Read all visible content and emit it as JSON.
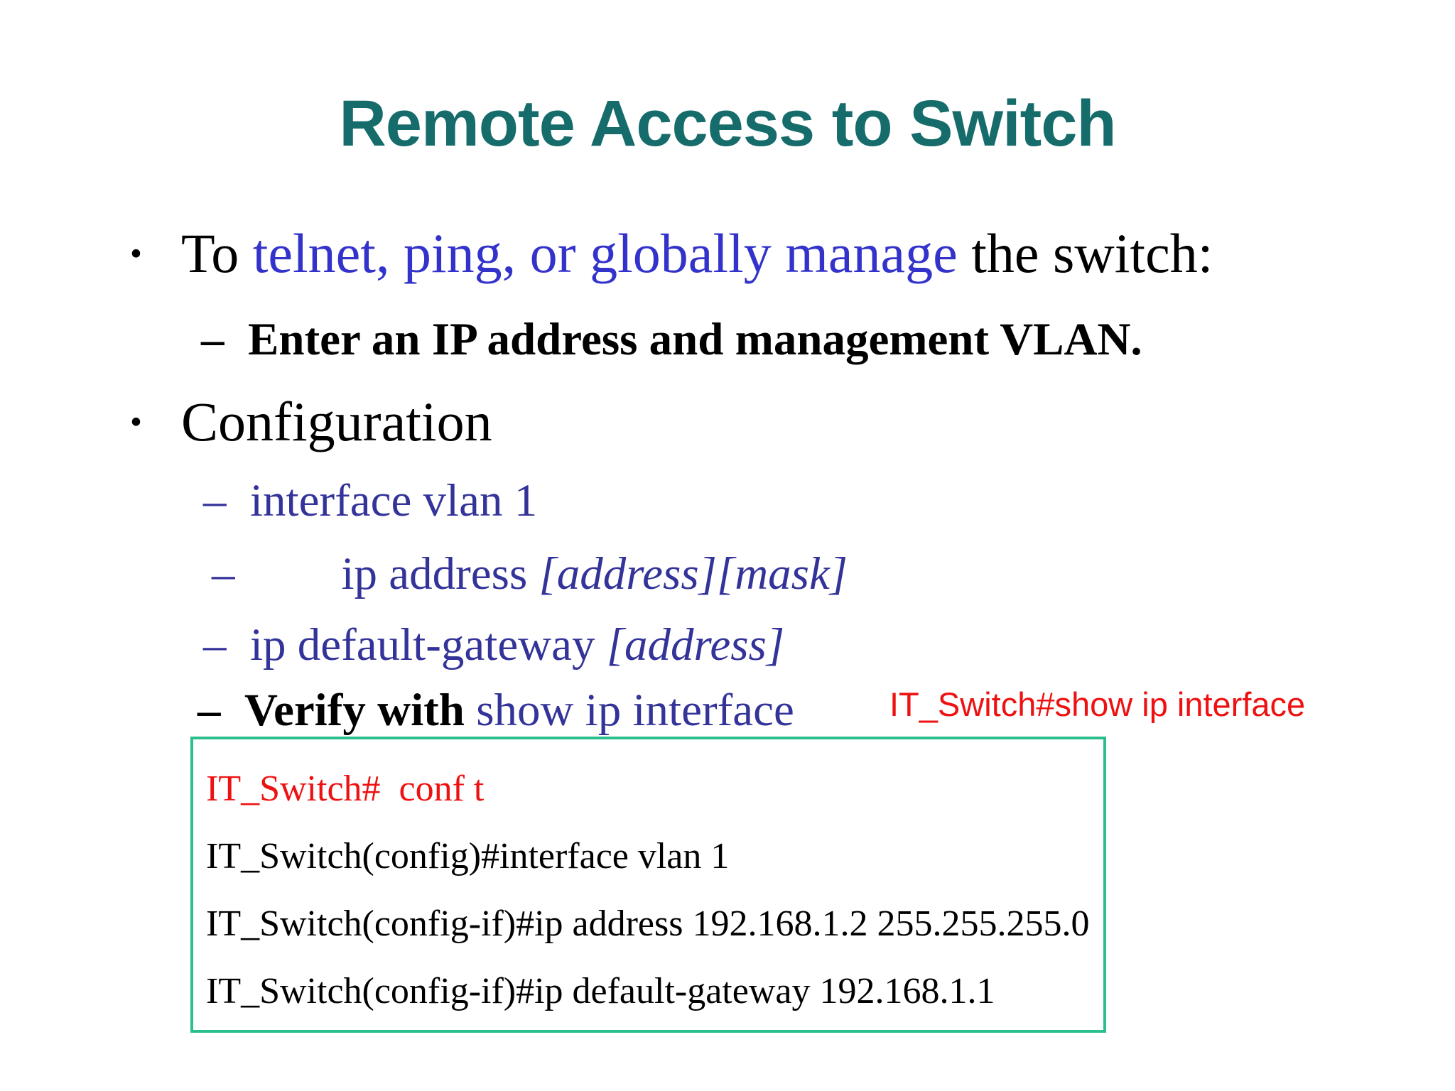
{
  "slide": {
    "title": "Remote Access to Switch",
    "glyphs": {
      "bullet": "•",
      "dash": "–"
    },
    "bullets": {
      "b1_pre": "To ",
      "b1_highlight": "telnet, ping, or globally manage",
      "b1_post": " the switch:",
      "b1_sub": "Enter an IP address and management VLAN.",
      "b2": "Configuration",
      "cfg1": "interface vlan 1",
      "cfg2_cmd": "  ip address ",
      "cfg2_args": "[address][mask]",
      "cfg3_cmd": "ip default-gateway ",
      "cfg3_args": "[address]",
      "verify_bold": "Verify with ",
      "verify_cmd": "show ip interface"
    },
    "annotation": "IT_Switch#show ip interface",
    "terminal": {
      "lines": [
        "IT_Switch#  conf t",
        "IT_Switch(config)#interface vlan 1",
        "IT_Switch(config-if)#ip address 192.168.1.2 255.255.255.0",
        "IT_Switch(config-if)#ip default-gateway 192.168.1.1"
      ]
    },
    "colors": {
      "title_teal": "#166B6B",
      "highlight_blue": "#3333CC",
      "command_blue": "#333399",
      "annotation_red": "#EE1111",
      "box_border_green": "#2BBE8F",
      "body_text": "#000000",
      "background": "#FFFFFF"
    }
  }
}
